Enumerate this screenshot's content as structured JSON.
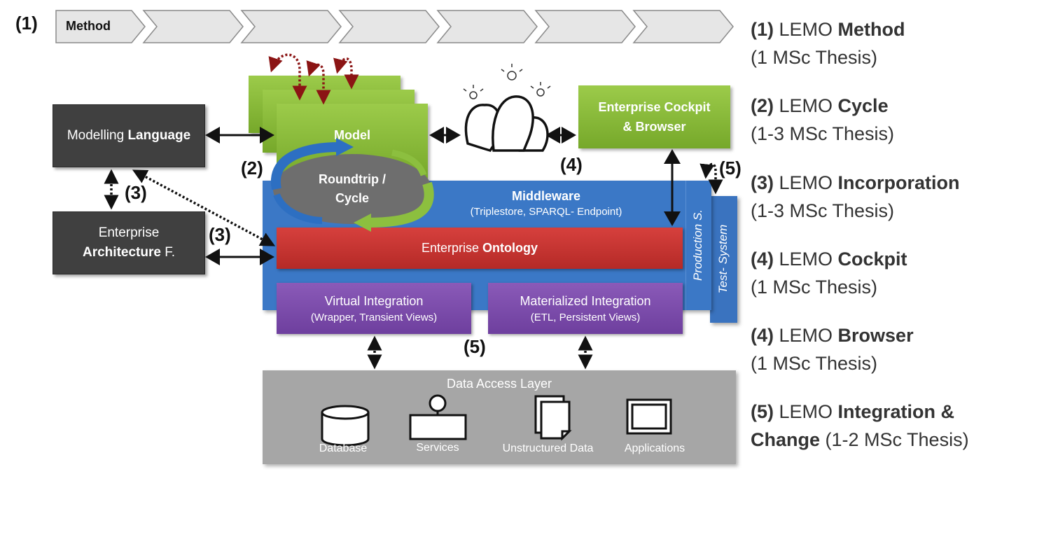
{
  "phases": {
    "first_label": "Method"
  },
  "labels": {
    "n1": "(1)",
    "n2": "(2)",
    "n3": "(3)",
    "n4": "(4)",
    "n5": "(5)"
  },
  "boxes": {
    "modelling_pre": "Modelling ",
    "modelling_bold": "Language",
    "ea_line1": "Enterprise",
    "ea_bold": "Architecture",
    "ea_suffix": " F.",
    "model": "Model",
    "cockpit_line1": "Enterprise Cockpit",
    "cockpit_line2": "& Browser",
    "roundtrip_line1": "Roundtrip /",
    "roundtrip_line2": "Cycle",
    "middleware_title": "Middleware",
    "middleware_sub": "(Triplestore, SPARQL- Endpoint)",
    "ontology_pre": "Enterprise ",
    "ontology_bold": "Ontology",
    "production": "Production S.",
    "test": "Test- System",
    "virtual_title": "Virtual Integration",
    "virtual_sub": "(Wrapper, Transient Views)",
    "materialized_title": "Materialized Integration",
    "materialized_sub": "(ETL, Persistent Views)",
    "dal_title": "Data Access Layer",
    "dal_database": "Database",
    "dal_services": "Services",
    "dal_unstructured": "Unstructured Data",
    "dal_applications": "Applications"
  },
  "legend": [
    {
      "num": "(1)",
      "pre": " LEMO ",
      "bold": "Method",
      "sub": "(1 MSc Thesis)"
    },
    {
      "num": "(2)",
      "pre": " LEMO ",
      "bold": "Cycle",
      "sub": "(1-3 MSc Thesis)"
    },
    {
      "num": "(3)",
      "pre": " LEMO ",
      "bold": "Incorporation",
      "sub": "(1-3 MSc Thesis)"
    },
    {
      "num": "(4)",
      "pre": " LEMO ",
      "bold": "Cockpit",
      "sub": "(1 MSc Thesis)"
    },
    {
      "num": "(4)",
      "pre": " LEMO ",
      "bold": "Browser",
      "sub": "(1 MSc Thesis)"
    },
    {
      "num": "(5)",
      "pre": " LEMO ",
      "bold": "Integration &",
      "bold2": "Change",
      "sub2": " (1-2 MSc Thesis)"
    }
  ],
  "colors": {
    "green": "#8cbf3f",
    "blue": "#3b78c6",
    "red": "#c9302c",
    "purple": "#7b4aad",
    "gray": "#a6a6a6",
    "dark": "#404040"
  }
}
